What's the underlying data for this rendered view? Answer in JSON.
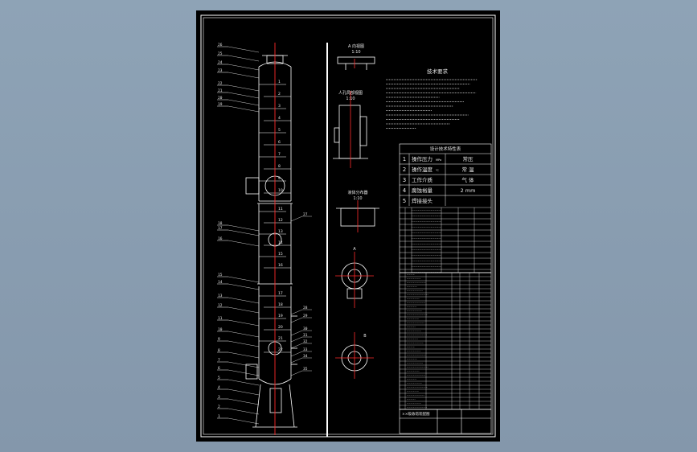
{
  "drawing": {
    "title_block_text": "××吸收塔装配图",
    "notes_title": "技术要求",
    "design_table_title": "设计技术特性表",
    "design_rows": [
      {
        "no": "1",
        "label": "操作压力",
        "unit": "MPa",
        "value": "常压"
      },
      {
        "no": "2",
        "label": "操作温度",
        "unit": "℃",
        "value": "常 温"
      },
      {
        "no": "3",
        "label": "工作介质",
        "unit": "",
        "value": "气 体"
      },
      {
        "no": "4",
        "label": "腐蚀裕量",
        "unit": "",
        "value": "2 mm"
      },
      {
        "no": "5",
        "label": "焊接接头",
        "unit": "",
        "value": ""
      }
    ],
    "view_labels": {
      "top_view": "A 向视图",
      "top_scale": "1:10",
      "section_a": "人孔局部视图",
      "section_a_scale": "1:10",
      "section_b": "液体分布器",
      "section_b_scale": "1:10",
      "flange_1": "A",
      "flange_2": "B"
    },
    "part_numbers": [
      "26",
      "25",
      "24",
      "23",
      "22",
      "21",
      "20",
      "19",
      "18",
      "17",
      "16",
      "15",
      "14",
      "13",
      "12",
      "11",
      "10",
      "9",
      "8",
      "7",
      "6",
      "5",
      "4",
      "3",
      "2",
      "1"
    ],
    "stage_numbers": [
      "1",
      "2",
      "3",
      "4",
      "5",
      "6",
      "7",
      "8",
      "9",
      "10",
      "11",
      "12",
      "13",
      "14",
      "15",
      "16",
      "17",
      "18",
      "19",
      "20",
      "21",
      "22"
    ],
    "callouts_right": [
      "27",
      "28",
      "29",
      "30",
      "31",
      "32",
      "33",
      "34",
      "35"
    ]
  },
  "colors": {
    "background": "#8a9fb2",
    "sheet": "#000000",
    "line": "#ffffff",
    "centerline": "#ff2b2b",
    "text": "#e8e8e8"
  }
}
